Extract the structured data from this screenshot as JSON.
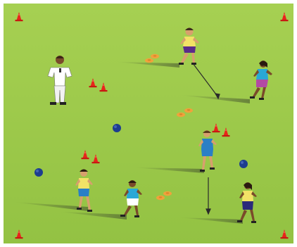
{
  "scene": {
    "pitch_color": "#9ecb4b",
    "border_color": "#ffffff",
    "cone_color": "#e8261b",
    "disc_color": "#f0a23c",
    "ball_color": "#1d3d8f",
    "shadow_color": "#3e4a2c",
    "arrow_color": "#2a2a2a"
  },
  "players": [
    {
      "id": "coach",
      "role": "coach",
      "shirt": "#ffffff",
      "shorts": "#ffffff",
      "skin": "#7a4b2a",
      "hair": "#3a2416"
    },
    {
      "id": "p1",
      "role": "player",
      "shirt": "#f2e266",
      "shorts": "#5a2c8a",
      "skin": "#d7a06d",
      "hair": "#3b2a1a"
    },
    {
      "id": "p2",
      "role": "player",
      "shirt": "#2aa8d6",
      "shorts": "#b34aa4",
      "skin": "#7a4b2a",
      "hair": "#2a1a10"
    },
    {
      "id": "p3",
      "role": "player",
      "shirt": "#2a7fc6",
      "shorts": "#2a7fc6",
      "skin": "#d7a06d",
      "hair": "#5a3a1a"
    },
    {
      "id": "p4",
      "role": "player",
      "shirt": "#f2e266",
      "shorts": "#2a7fc6",
      "skin": "#d7a06d",
      "hair": "#2a1a10"
    },
    {
      "id": "p5",
      "role": "player",
      "shirt": "#2aa8d6",
      "shorts": "#ffffff",
      "skin": "#7a4b2a",
      "hair": "#2a1a10"
    },
    {
      "id": "p6",
      "role": "player",
      "shirt": "#f2e266",
      "shorts": "#2a2a7a",
      "skin": "#7a4b2a",
      "hair": "#2a1a10"
    }
  ]
}
